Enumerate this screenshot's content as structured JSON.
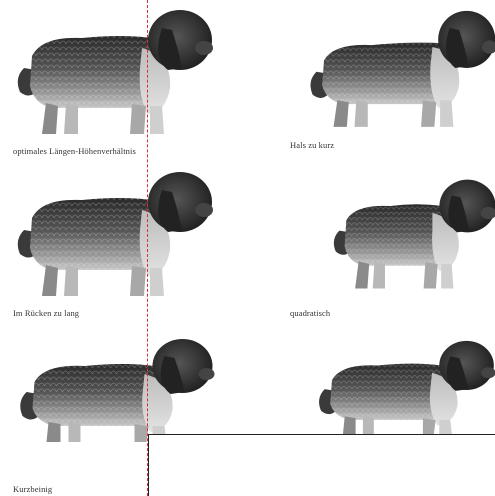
{
  "figure": {
    "captions": [
      "optimales Längen-Höhenverhältnis",
      "Hals zu kurz",
      "Im Rücken zu lang",
      "quadratisch",
      "Kurzbeinig"
    ],
    "colors": {
      "guide_line": "#d8312d",
      "coat_dark": "#2a2a2a",
      "coat_mid": "#6e6e6e",
      "coat_light": "#c8c8c8",
      "caption_text": "#333333"
    }
  }
}
